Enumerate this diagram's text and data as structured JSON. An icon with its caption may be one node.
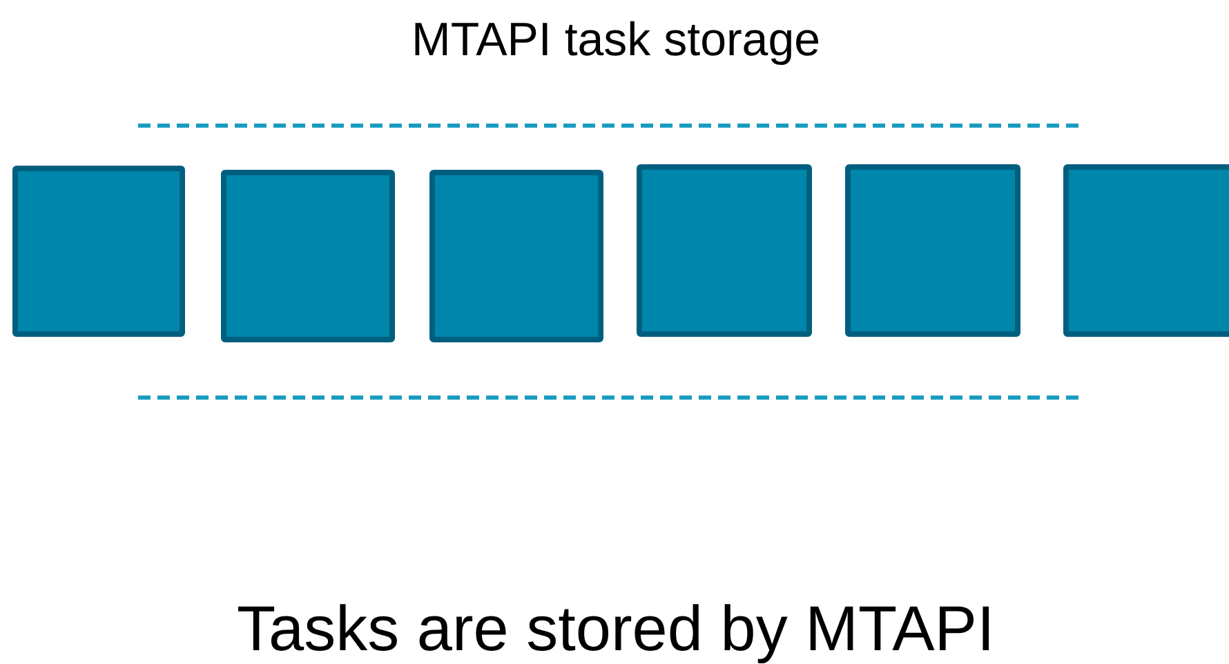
{
  "diagram": {
    "title": "MTAPI task storage",
    "caption": "Tasks are stored by MTAPI",
    "nodes": [
      {
        "text": [],
        "shape": "box"
      },
      {
        "text": [],
        "shape": "box"
      },
      {
        "text": [],
        "shape": "box"
      },
      {
        "text": [],
        "shape": "box"
      },
      {
        "text": [],
        "shape": "box"
      },
      {
        "text": [],
        "shape": "box"
      }
    ]
  }
}
